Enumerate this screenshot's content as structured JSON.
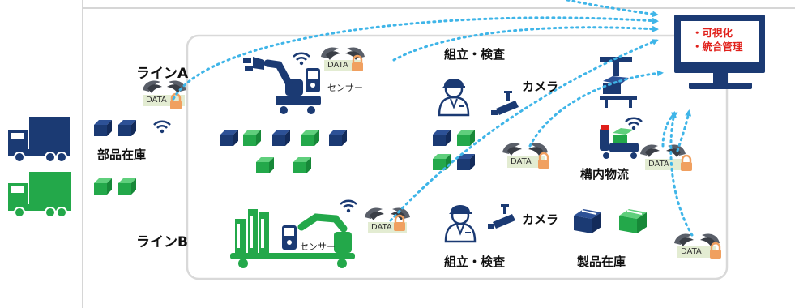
{
  "lines": {
    "line_a": "ラインA",
    "line_b": "ラインB"
  },
  "labels": {
    "parts_inventory": "部品在庫",
    "assembly_top": "組立・検査",
    "assembly_bottom": "組立・検査",
    "camera_top": "カメラ",
    "camera_bottom": "カメラ",
    "sensor_top": "センサー",
    "sensor_bottom": "センサー",
    "internal_logistics": "構内物流",
    "product_inventory": "製品在庫"
  },
  "monitor": {
    "line1": "・可視化",
    "line2": "・統合管理"
  },
  "data_tag": "DATA",
  "colors": {
    "navy": "#1b3a73",
    "green": "#23a84a",
    "dots": "#3fb5e8",
    "lock": "#f0a060",
    "alert": "#e0201b"
  }
}
